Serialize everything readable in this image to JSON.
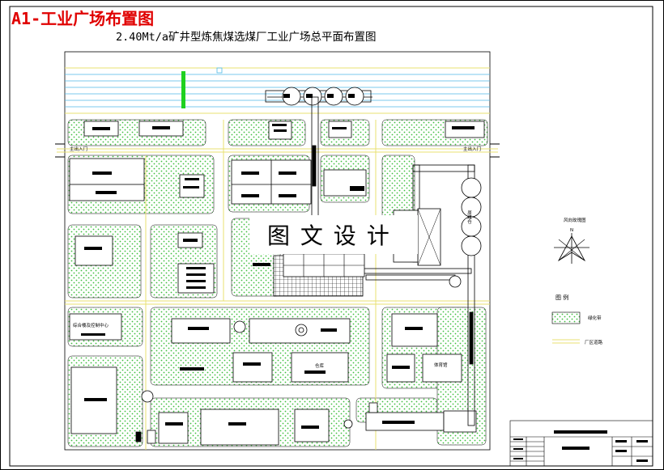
{
  "heading": {
    "sheet_title": "A1-工业广场布置图",
    "plan_title": "2.40Mt/a矿井型炼焦煤选煤厂工业广场总平面布置图"
  },
  "gates": {
    "left": "主出入门",
    "right": "主出入门"
  },
  "buildings": {
    "office": "综合楼及控制中心",
    "warehouse": "仓库",
    "gym": "体育馆",
    "bunker": "原煤仓"
  },
  "watermark": "图 文 设 计",
  "north_arrow": {
    "label": "风向玫瑰图",
    "mark": "N"
  },
  "legend": {
    "title": "图  例",
    "items": [
      {
        "label": "绿化带"
      },
      {
        "label": "厂区道路"
      }
    ]
  },
  "colors": {
    "title_red": "#e00000",
    "green_fill": "#3fbf3f",
    "road_yellow": "#e8e070",
    "rail_cyan": "#4fb9e6"
  }
}
